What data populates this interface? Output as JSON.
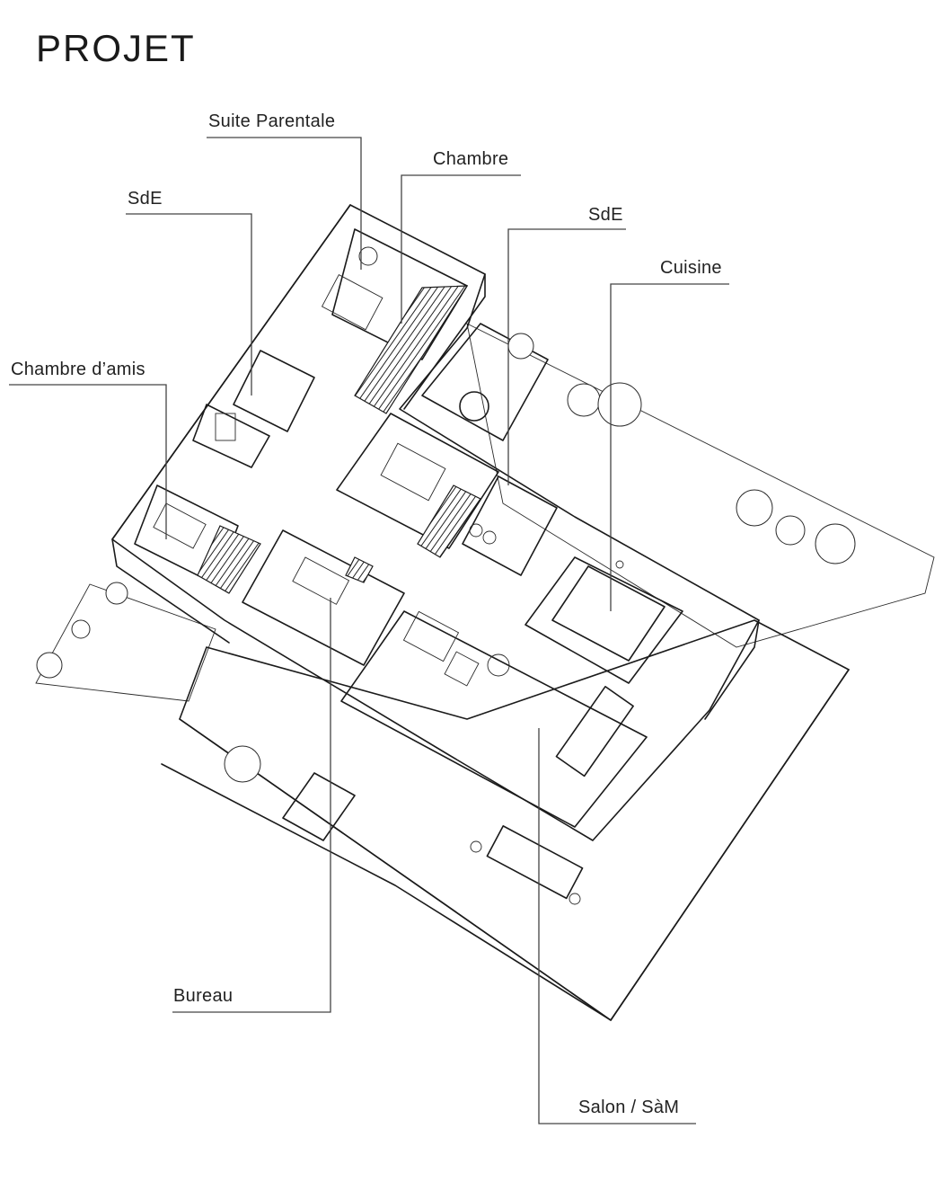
{
  "title": "PROJET",
  "labels": {
    "suite_parentale": "Suite Parentale",
    "chambre": "Chambre",
    "sde_left": "SdE",
    "sde_right": "SdE",
    "cuisine": "Cuisine",
    "chambre_amis": "Chambre d’amis",
    "bureau": "Bureau",
    "salon_sam": "Salon / SàM"
  }
}
